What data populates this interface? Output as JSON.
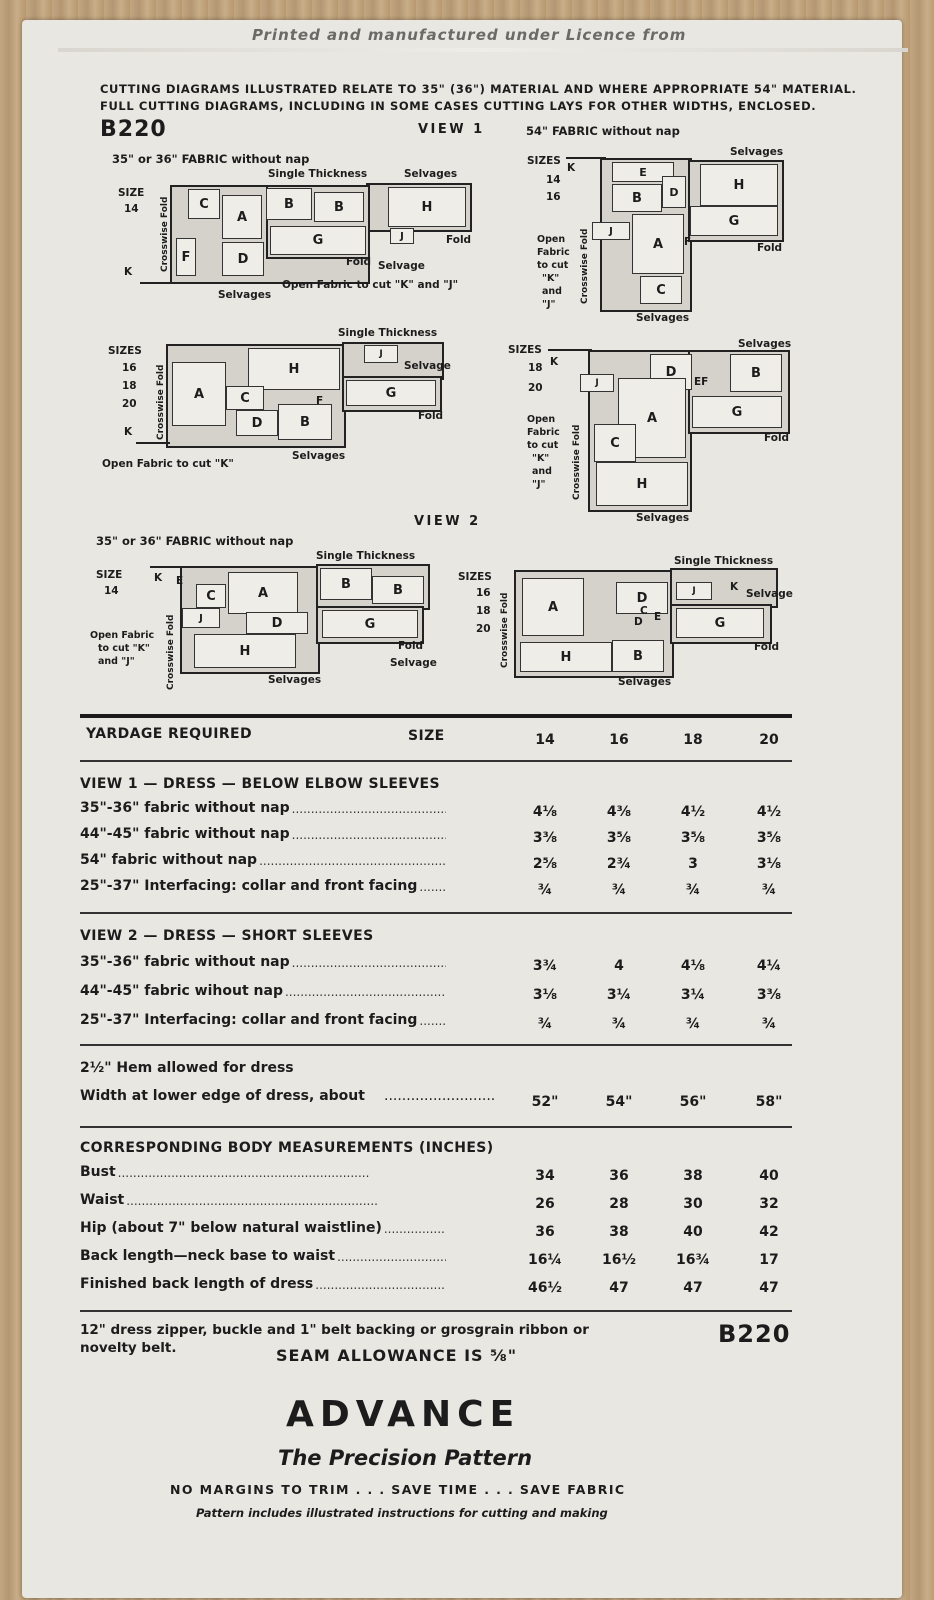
{
  "top": {
    "flap_text": "Printed and manufactured under Licence from",
    "header_line1": "CUTTING DIAGRAMS ILLUSTRATED RELATE TO 35\" (36\") MATERIAL AND WHERE APPROPRIATE 54\" MATERIAL.",
    "header_line2": "FULL CUTTING DIAGRAMS, INCLUDING IN SOME CASES CUTTING LAYS FOR OTHER WIDTHS, ENCLOSED.",
    "pattern_number": "B220"
  },
  "view1": {
    "title": "VIEW 1",
    "fabric_54": "54\" FABRIC without nap",
    "fabric_35": "35\" or 36\" FABRIC without nap",
    "d1": {
      "size_label": "SIZE",
      "sizes": "14",
      "single": "Single Thickness",
      "selvages_top": "Selvages",
      "fold": "Fold",
      "fold2": "Fold",
      "selvage": "Selvage",
      "selvages_bottom": "Selvages",
      "open": "Open Fabric to cut \"K\" and \"J\"",
      "crosswise": "Crosswise Fold",
      "pieces": [
        "C",
        "A",
        "B",
        "B",
        "H",
        "G",
        "D",
        "F",
        "J",
        "K"
      ]
    },
    "d2": {
      "size_label": "SIZES",
      "sizes": [
        "14",
        "16"
      ],
      "selvages_top": "Selvages",
      "fold": "Fold",
      "open": [
        "Open",
        "Fabric",
        "to cut",
        "\"K\"",
        "and",
        "\"J\""
      ],
      "crosswise": "Crosswise Fold",
      "selvages_bottom": "Selvages",
      "pieces": [
        "K",
        "E",
        "B",
        "D",
        "H",
        "J",
        "A",
        "G",
        "F",
        "C"
      ]
    },
    "d3": {
      "size_label": "SIZES",
      "sizes": [
        "16",
        "18",
        "20"
      ],
      "single": "Single Thickness",
      "selvage": "Selvage",
      "fold": "Fold",
      "selvages_bottom": "Selvages",
      "open": "Open Fabric to cut \"K\"",
      "crosswise": "Crosswise Fold",
      "pieces": [
        "J",
        "H",
        "A",
        "C",
        "D",
        "F",
        "B",
        "G",
        "K"
      ]
    },
    "d4": {
      "size_label": "SIZES",
      "sizes": [
        "18",
        "20"
      ],
      "selvages_top": "Selvages",
      "fold": "Fold",
      "open": [
        "Open",
        "Fabric",
        "to cut",
        "\"K\"",
        "and",
        "\"J\""
      ],
      "crosswise": "Crosswise Fold",
      "selvages_bottom": "Selvages",
      "pieces": [
        "K",
        "J",
        "D",
        "EF",
        "B",
        "A",
        "G",
        "C",
        "H"
      ]
    }
  },
  "view2": {
    "title": "VIEW 2",
    "fabric_35": "35\" or 36\" FABRIC without nap",
    "d5": {
      "size_label": "SIZE",
      "sizes": "14",
      "single": "Single Thickness",
      "fold": "Fold",
      "selvage": "Selvage",
      "selvages_bottom": "Selvages",
      "open": [
        "Open Fabric",
        "to cut \"K\"",
        "and \"J\""
      ],
      "crosswise": "Crosswise Fold",
      "pieces": [
        "K",
        "E",
        "C",
        "A",
        "J",
        "B",
        "B",
        "D",
        "G",
        "H"
      ]
    },
    "d6": {
      "size_label": "SIZES",
      "sizes": [
        "16",
        "18",
        "20"
      ],
      "single": "Single Thickness",
      "selvage": "Selvage",
      "fold": "Fold",
      "selvages_bottom": "Selvages",
      "crosswise": "Crosswise Fold",
      "pieces": [
        "A",
        "D",
        "D",
        "C",
        "E",
        "J",
        "K",
        "G",
        "H",
        "B"
      ]
    }
  },
  "yardage": {
    "title": "YARDAGE REQUIRED",
    "size_label": "SIZE",
    "sizes": [
      "14",
      "16",
      "18",
      "20"
    ],
    "view1": {
      "title": "VIEW 1 — DRESS — BELOW ELBOW SLEEVES",
      "rows": [
        {
          "label": "35\"-36\" fabric without nap",
          "values": [
            "4⅛",
            "4⅜",
            "4½",
            "4½"
          ]
        },
        {
          "label": "44\"-45\" fabric without nap",
          "values": [
            "3⅜",
            "3⅝",
            "3⅝",
            "3⅝"
          ]
        },
        {
          "label": "54\" fabric without nap",
          "values": [
            "2⅝",
            "2¾",
            "3",
            "3⅛"
          ]
        },
        {
          "label": "25\"-37\" Interfacing: collar and front facing",
          "values": [
            "¾",
            "¾",
            "¾",
            "¾"
          ]
        }
      ]
    },
    "view2": {
      "title": "VIEW 2 — DRESS — SHORT SLEEVES",
      "rows": [
        {
          "label": "35\"-36\" fabric without nap",
          "values": [
            "3¾",
            "4",
            "4⅛",
            "4¼"
          ]
        },
        {
          "label": "44\"-45\" fabric wihout nap",
          "values": [
            "3⅛",
            "3¼",
            "3¼",
            "3⅜"
          ]
        },
        {
          "label": "25\"-37\" Interfacing: collar and front facing",
          "values": [
            "¾",
            "¾",
            "¾",
            "¾"
          ]
        }
      ]
    },
    "hem": "2½\" Hem allowed for dress",
    "width": {
      "label": "Width at lower edge of dress, about",
      "values": [
        "52\"",
        "54\"",
        "56\"",
        "58\""
      ]
    }
  },
  "body": {
    "title": "CORRESPONDING BODY MEASUREMENTS (INCHES)",
    "rows": [
      {
        "label": "Bust",
        "values": [
          "34",
          "36",
          "38",
          "40"
        ]
      },
      {
        "label": "Waist",
        "values": [
          "26",
          "28",
          "30",
          "32"
        ]
      },
      {
        "label": "Hip (about 7\" below natural waistline)",
        "values": [
          "36",
          "38",
          "40",
          "42"
        ]
      },
      {
        "label": "Back length—neck base to waist",
        "values": [
          "16¼",
          "16½",
          "16¾",
          "17"
        ]
      },
      {
        "label": "Finished back length of dress",
        "values": [
          "46½",
          "47",
          "47",
          "47"
        ]
      }
    ]
  },
  "notions": {
    "line1": "12\" dress zipper, buckle and 1\" belt backing or grosgrain ribbon or",
    "line2": "novelty belt.",
    "pattern_number": "B220",
    "seam": "SEAM ALLOWANCE IS ⅝\""
  },
  "brand": {
    "name": "ADVANCE",
    "tagline": "The Precision Pattern",
    "slogan": "NO MARGINS TO TRIM . . . SAVE TIME . . . SAVE FABRIC",
    "note": "Pattern includes illustrated instructions for cutting and making"
  }
}
